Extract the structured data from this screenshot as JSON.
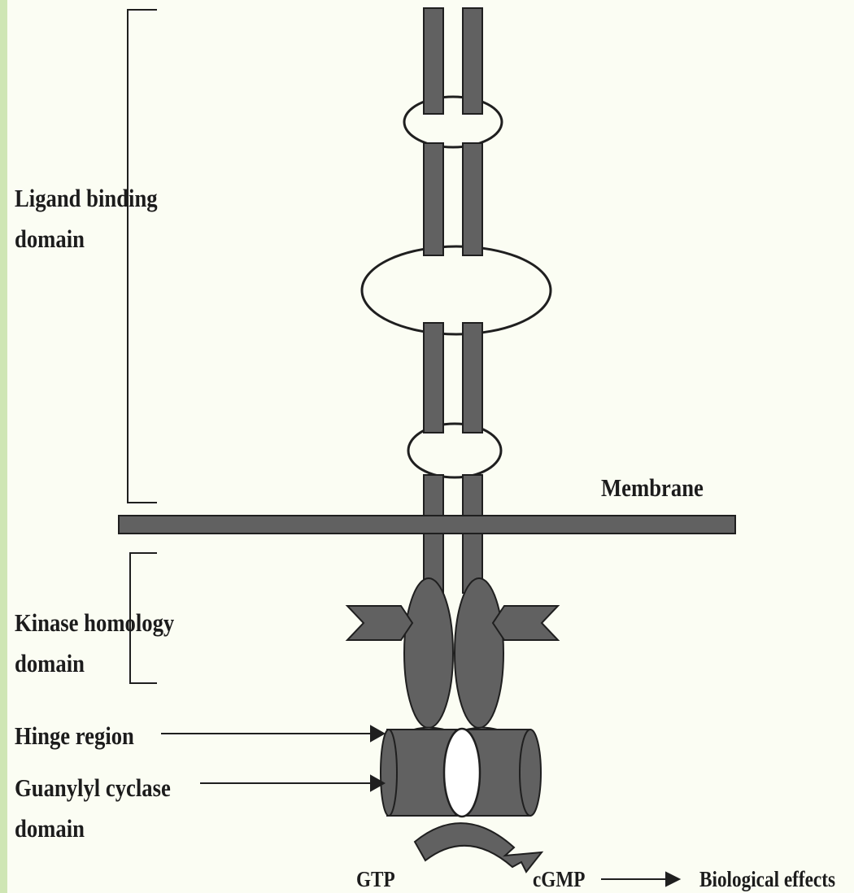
{
  "labels": {
    "ligand_binding_domain": [
      "Ligand binding",
      "domain"
    ],
    "membrane": "Membrane",
    "kinase_homology_domain": [
      "Kinase homology",
      "domain"
    ],
    "hinge_region": "Hinge region",
    "guanylyl_cyclase_domain": [
      "Guanylyl cyclase",
      "domain"
    ],
    "gtp": "GTP",
    "cgmp": "cGMP",
    "biological_effects": "Biological effects"
  },
  "colors": {
    "protein_fill": "#616161",
    "outline": "#1f1f1f",
    "background": "#fbfdf3",
    "frame": "#cfe6b4"
  }
}
